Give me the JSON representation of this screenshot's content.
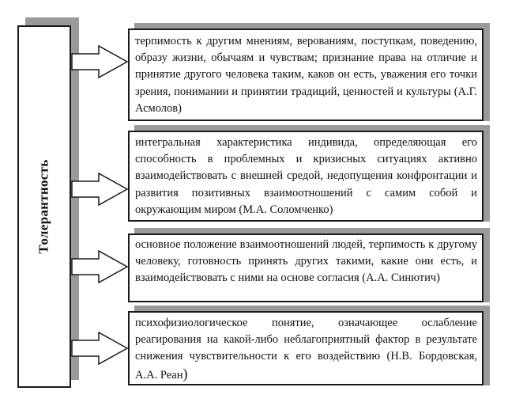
{
  "concept": {
    "label": "Толерантность"
  },
  "definitions": [
    {
      "text": "терпимость к другим мнениям, верованиям, поступкам, поведению, образу жизни, обычаям и чувствам; признание права на отличие и принятие другого человека таким, каков он есть, уважения его точки зрения, понимании и принятии традиций, ценностей и культуры (А.Г. Асмолов)"
    },
    {
      "text": "интегральная характеристика индивида, определяющая его способность в проблемных и кризисных ситуациях активно взаимодействовать с внешней средой, недопущения конфронтации и развития позитивных взаимоотношений с самим собой и окружающим миром (М.А. Соломченко)"
    },
    {
      "text": "основное положение взаимоотношений людей, терпимость к другому человеку, готовность принять других такими, какие они есть, и взаимодействовать с ними на основе согласия (А.А. Синютич)"
    },
    {
      "text": "психофизиологическое понятие, означающее ослабление реагирования на какой-либо неблагоприятный фактор в результате снижения чувствительности к его воздействию (Н.В. Бордовская, А.А. Реан",
      "closing": ")"
    }
  ],
  "colors": {
    "border": "#1a1a1a",
    "shadow": "#9a9a9a",
    "background": "#ffffff"
  }
}
